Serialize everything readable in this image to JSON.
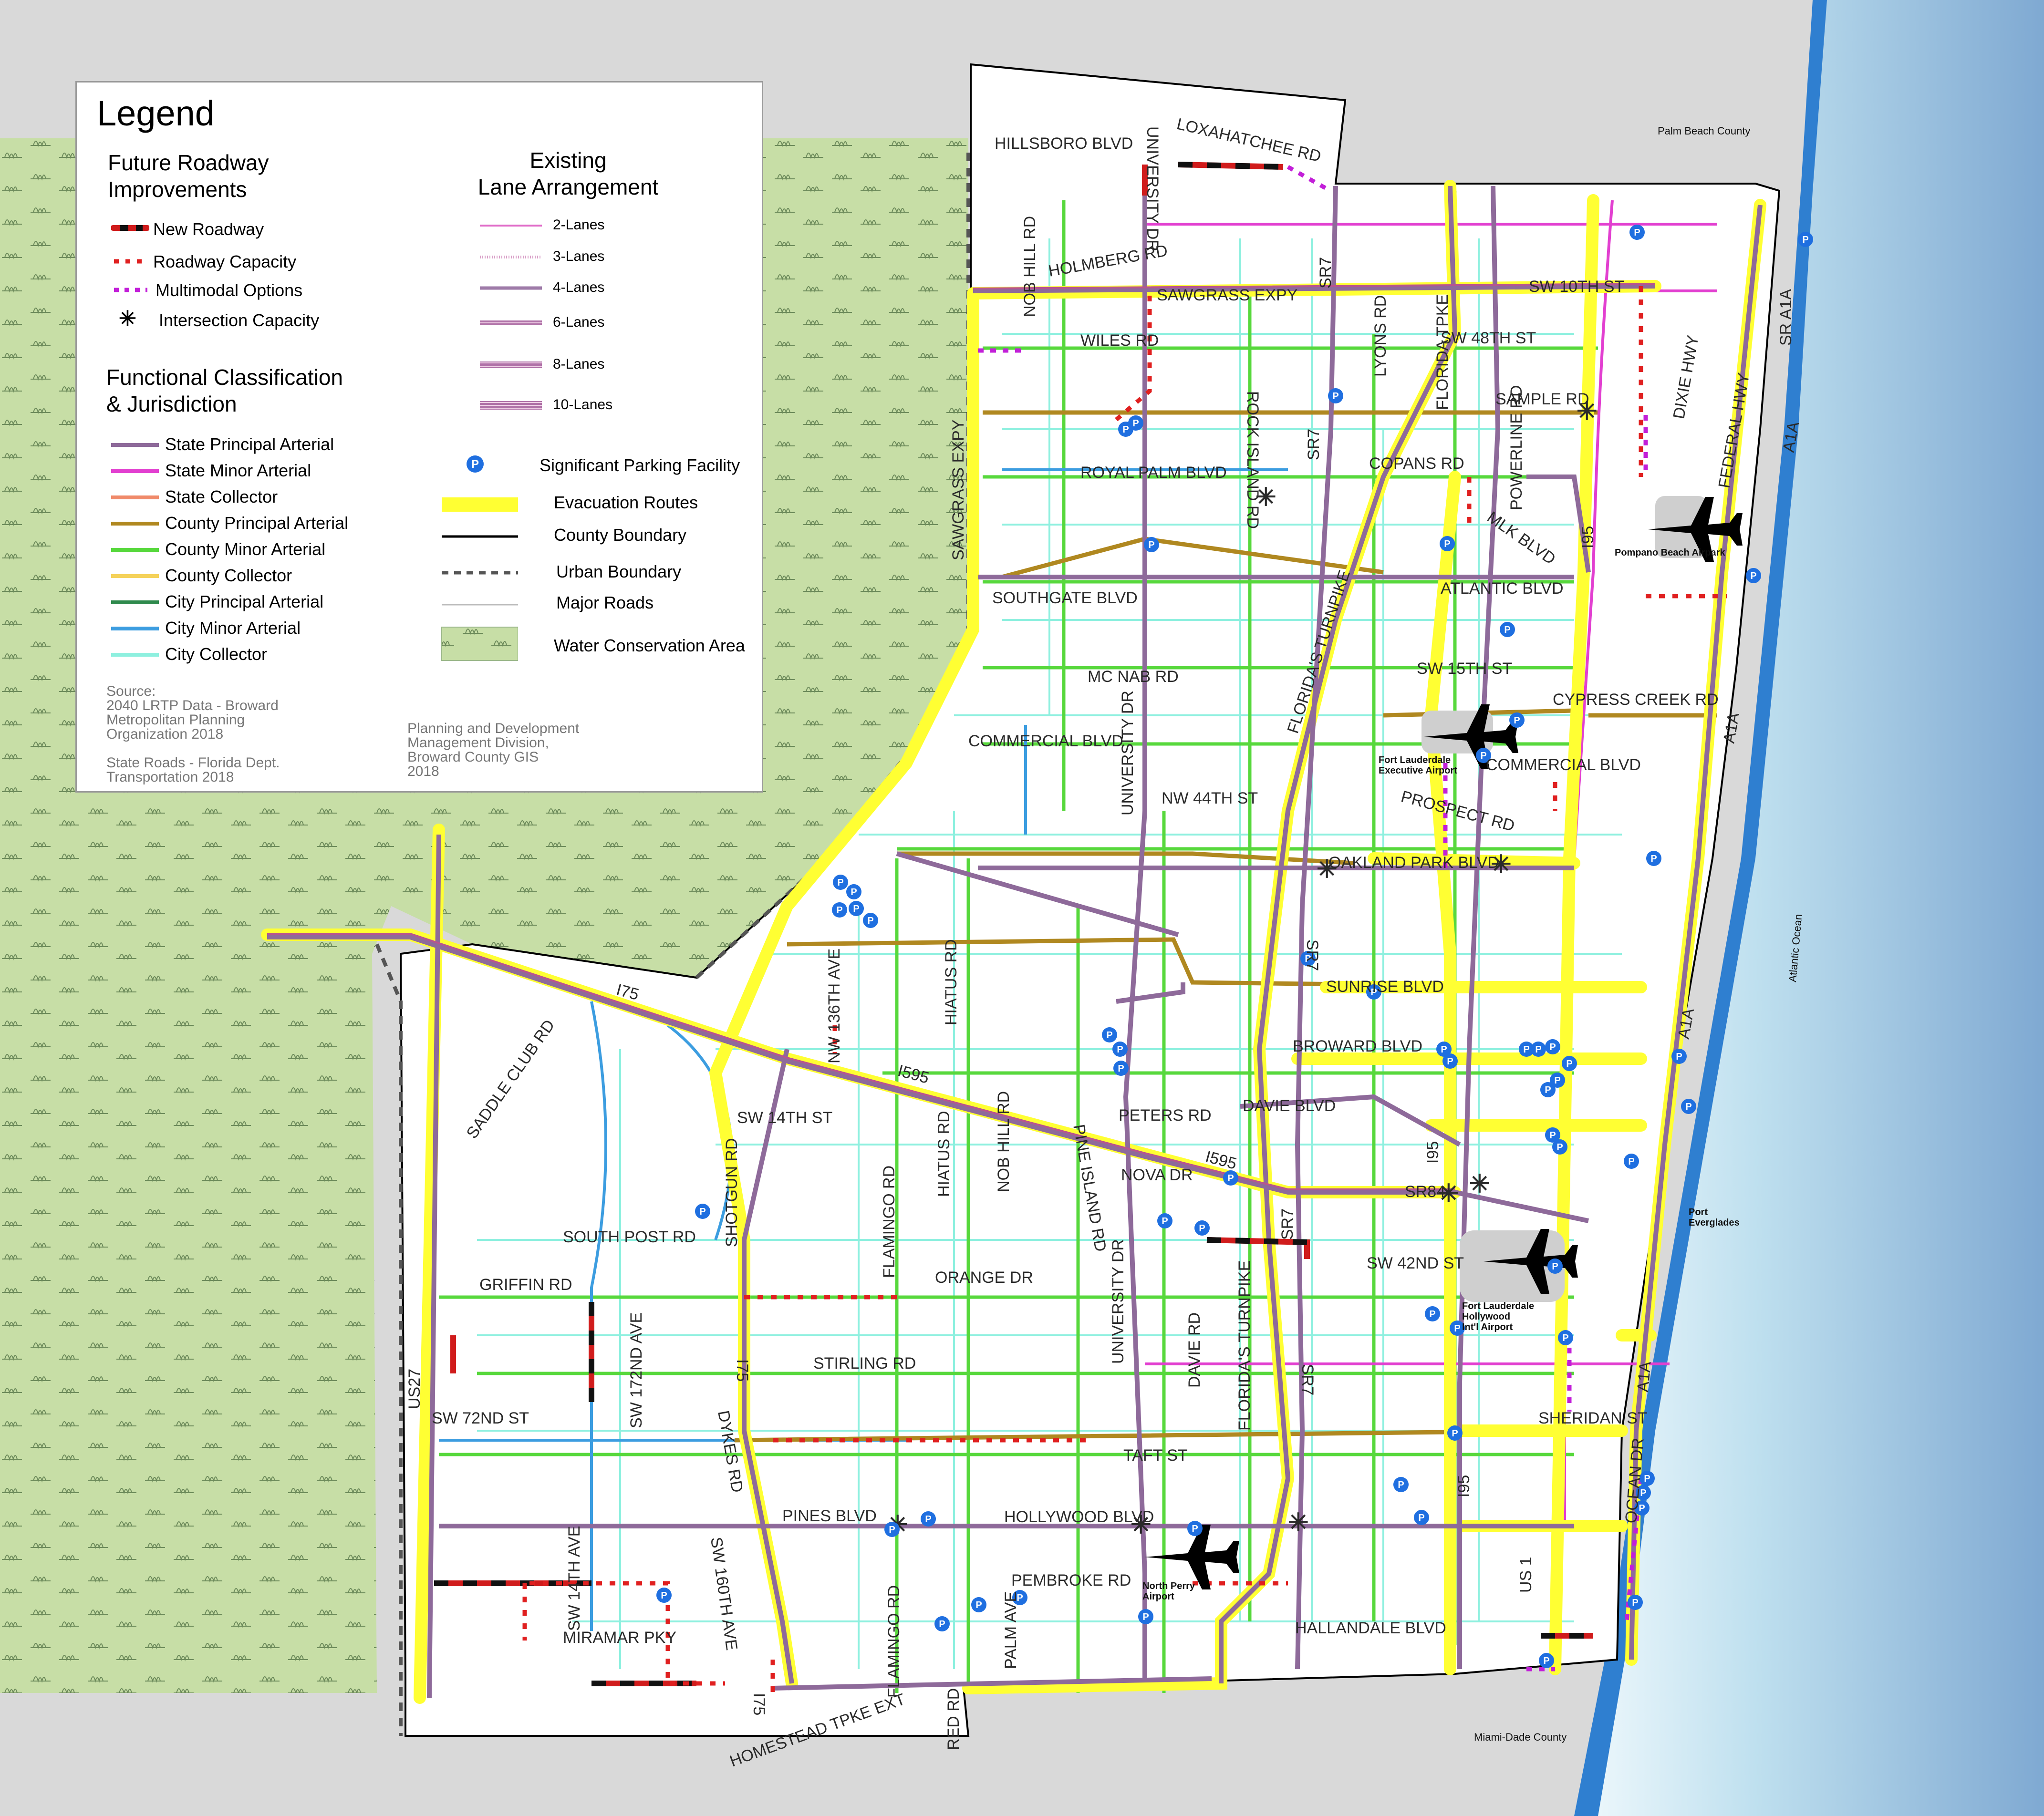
{
  "legend": {
    "title": "Legend",
    "future_heading": [
      "Future Roadway",
      "Improvements"
    ],
    "future_items": [
      "New Roadway",
      "Roadway Capacity",
      "Multimodal Options",
      "Intersection Capacity"
    ],
    "functional_heading": [
      "Functional Classification",
      "& Jurisdiction"
    ],
    "functional_items": [
      {
        "label": "State Principal Arterial",
        "color": "#8e6a9a"
      },
      {
        "label": "State Minor Arterial",
        "color": "#e23fd0"
      },
      {
        "label": "State Collector",
        "color": "#f08a6a"
      },
      {
        "label": "County Principal Arterial",
        "color": "#b08820"
      },
      {
        "label": "County Minor Arterial",
        "color": "#57d83c"
      },
      {
        "label": "County Collector",
        "color": "#f5d25a"
      },
      {
        "label": "City Principal Arterial",
        "color": "#2f8a4d"
      },
      {
        "label": "City Minor Arterial",
        "color": "#3c9de0"
      },
      {
        "label": "City Collector",
        "color": "#8ef0df"
      }
    ],
    "lane_heading": [
      "Existing",
      "Lane Arrangement"
    ],
    "lane_items": [
      "2-Lanes",
      "3-Lanes",
      "4-Lanes",
      "6-Lanes",
      "8-Lanes",
      "10-Lanes"
    ],
    "other_items": [
      "Significant Parking Facility",
      "Evacuation Routes",
      "County Boundary",
      "Urban Boundary",
      "Major Roads",
      "Water Conservation Area"
    ],
    "parking_glyph": "P",
    "source_left": [
      "Source:",
      "2040 LRTP Data - Broward",
      "Metropolitan Planning",
      "Organization 2018",
      "",
      "State Roads  - Florida Dept.",
      "Transportation 2018"
    ],
    "source_right": [
      "Planning and Development",
      "Management Division,",
      "Broward County GIS",
      "2018"
    ]
  },
  "region_labels": {
    "palm_beach": "Palm Beach County",
    "miami_dade": "Miami-Dade County",
    "atlantic": "Atlantic Ocean",
    "port": [
      "Port",
      "Everglades"
    ]
  },
  "airports": [
    {
      "name": [
        "Pompano Beach Airpark"
      ]
    },
    {
      "name": [
        "Fort Lauderdale",
        "Executive Airport"
      ]
    },
    {
      "name": [
        "Fort Lauderdale",
        "Hollywood",
        "Int'l Airport"
      ]
    },
    {
      "name": [
        "North Perry",
        "Airport"
      ]
    }
  ],
  "road_labels": [
    "HILLSBORO BLVD",
    "LOXAHATCHEE RD",
    "UNIVERSITY DR",
    "NOB HILL RD",
    "HOLMBERG RD",
    "SAWGRASS EXPY",
    "SR7",
    "SW 10TH ST",
    "WILES RD",
    "LYONS RD",
    "SW 48TH ST",
    "SR A1A",
    "FLORIDA TPKE",
    "SAMPLE RD",
    "DIXIE HWY",
    "ROCK ISLAND RD",
    "POWERLINE RD",
    "ROYAL PALM BLVD",
    "COPANS RD",
    "FEDERAL HWY",
    "A1A",
    "MLK BLVD",
    "I95",
    "ATLANTIC BLVD",
    "SOUTHGATE BLVD",
    "FLORIDA'S TURNPIKE",
    "SW 15TH ST",
    "MC NAB RD",
    "CYPRESS CREEK RD",
    "COMMERCIAL BLVD",
    "NW 44TH ST",
    "PROSPECT RD",
    "OAKLAND PARK BLVD",
    "NW 136TH AVE",
    "HIATUS RD",
    "SUNRISE BLVD",
    "I75",
    "BROWARD BLVD",
    "SADDLE CLUB RD",
    "I595",
    "SW 14TH ST",
    "PETERS RD",
    "DAVIE BLVD",
    "SHOTGUN RD",
    "FLAMINGO RD",
    "PINE ISLAND RD",
    "NOVA DR",
    "SR84",
    "SOUTH POST RD",
    "SW 42ND ST",
    "GRIFFIN RD",
    "ORANGE DR",
    "SW 172ND AVE",
    "STIRLING RD",
    "DAVIE RD",
    "US27",
    "SW 72ND ST",
    "DYKES RD",
    "TAFT ST",
    "SHERIDAN ST",
    "OCEAN DR",
    "PINES BLVD",
    "HOLLYWOOD BLVD",
    "PEMBROKE RD",
    "SW 160TH AVE",
    "SW 14TH AVE",
    "MIRAMAR PKY",
    "HALLANDALE BLVD",
    "HOMESTEAD TPKE EXT",
    "RED RD",
    "PALM AVE",
    "US 1"
  ]
}
